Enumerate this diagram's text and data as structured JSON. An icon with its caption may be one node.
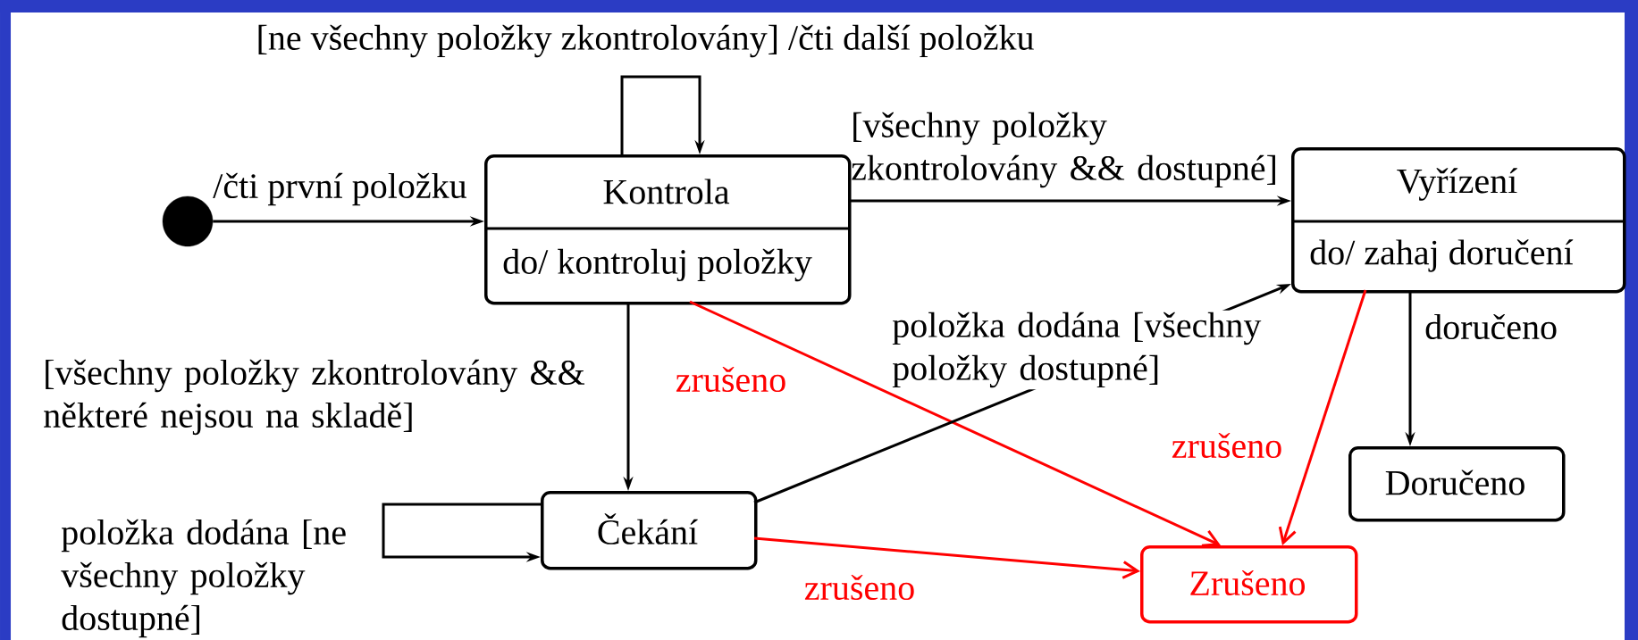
{
  "diagram": {
    "nodes": [
      {
        "text": [],
        "shape": "circle"
      },
      {
        "text": [
          "Kontrola",
          "do/ kontroluj položky"
        ]
      },
      {
        "text": [
          "Vyřízení",
          "do/ zahaj doručení"
        ]
      },
      {
        "text": [
          "Čekání"
        ]
      },
      {
        "text": [
          "Doručeno"
        ]
      },
      {
        "text": [
          "Zrušeno"
        ]
      }
    ],
    "edges": [
      {
        "from": 0,
        "to": 1,
        "arrow": "to",
        "label": "/čti první položku"
      },
      {
        "from": 1,
        "to": 1,
        "arrow": "to",
        "label": "[ne všechny položky zkontrolovány] /čti další položku"
      },
      {
        "from": 1,
        "to": 2,
        "arrow": "to",
        "label": "[všechny položky zkontrolovány && dostupné]"
      },
      {
        "from": 1,
        "to": 3,
        "arrow": "to",
        "label": "[všechny položky zkontrolovány && některé nejsou na skladě]"
      },
      {
        "from": 1,
        "to": 5,
        "arrow": "to",
        "label": "zrušeno",
        "color": "#ff0000"
      },
      {
        "from": 3,
        "to": 2,
        "arrow": "to",
        "label": "položka dodána [všechny položky dostupné]"
      },
      {
        "from": 3,
        "to": 3,
        "arrow": "to",
        "label": "položka dodána [ne všechny položky dostupné]"
      },
      {
        "from": 3,
        "to": 5,
        "arrow": "to",
        "label": "zrušeno",
        "color": "#ff0000"
      },
      {
        "from": 2,
        "to": 5,
        "arrow": "to",
        "label": "zrušeno",
        "color": "#ff0000"
      },
      {
        "from": 2,
        "to": 4,
        "arrow": "to",
        "label": "doručeno"
      }
    ]
  }
}
